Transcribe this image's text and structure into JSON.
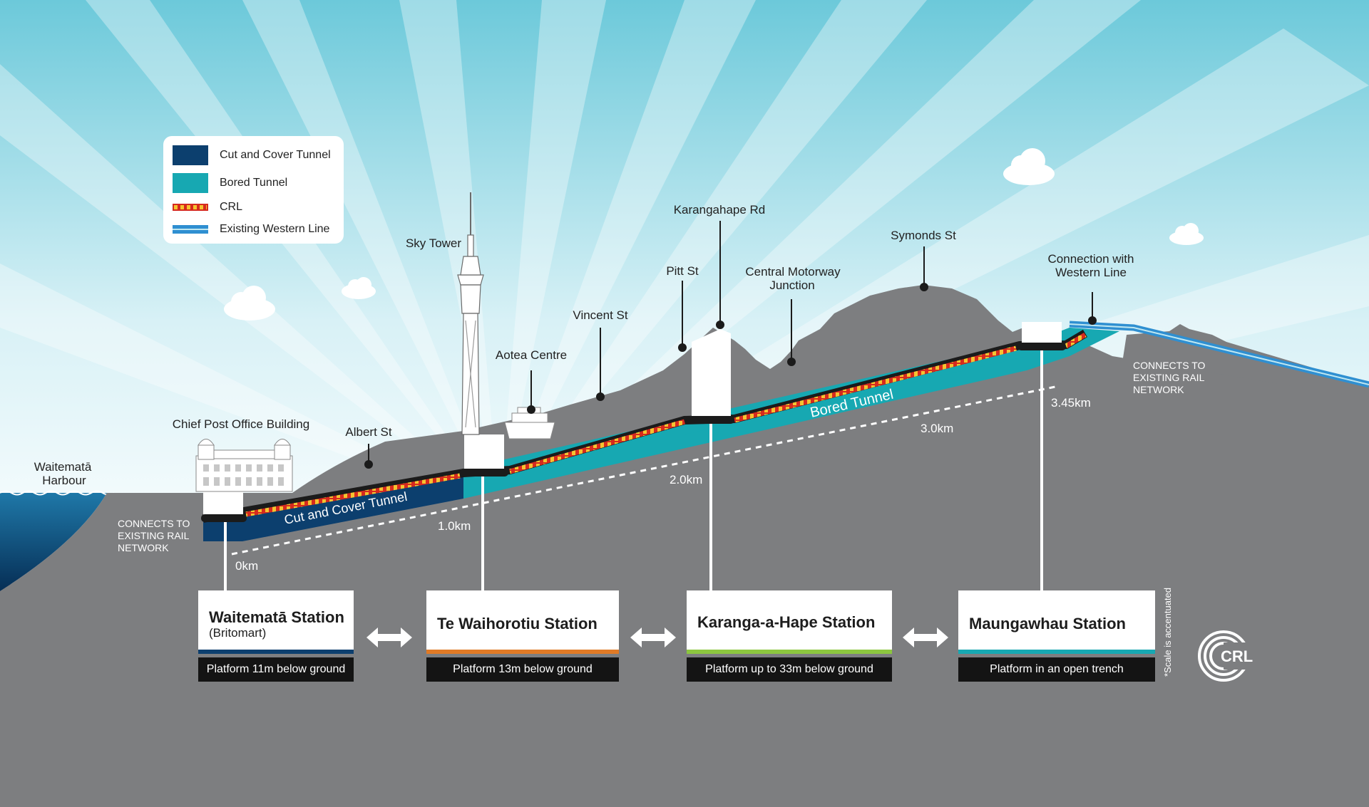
{
  "legend": {
    "cut_cover": "Cut and Cover Tunnel",
    "bored": "Bored Tunnel",
    "crl": "CRL",
    "western": "Existing Western Line"
  },
  "colors": {
    "cut_cover": "#0c3f6e",
    "bored": "#17a8b2",
    "ground": "#7d7e80",
    "sky": "#bfe7f1",
    "water": "#0a4a79"
  },
  "landmarks": {
    "harbour": [
      "Waitematā",
      "Harbour"
    ],
    "chief_post_office": "Chief Post Office Building",
    "albert_st": "Albert St",
    "sky_tower": "Sky Tower",
    "aotea_centre": "Aotea Centre",
    "vincent_st": "Vincent St",
    "pitt_st": "Pitt St",
    "karangahape_rd": "Karangahape Rd",
    "central_motorway": [
      "Central Motorway",
      "Junction"
    ],
    "symonds_st": "Symonds St",
    "connection_western": [
      "Connection with",
      "Western Line"
    ]
  },
  "connects_left": [
    "CONNECTS TO",
    "EXISTING RAIL",
    "NETWORK"
  ],
  "connects_right": [
    "CONNECTS TO",
    "EXISTING RAIL",
    "NETWORK"
  ],
  "tunnel_labels": {
    "cut_cover": "Cut and Cover Tunnel",
    "bored": "Bored Tunnel"
  },
  "distances": [
    "0km",
    "1.0km",
    "2.0km",
    "3.0km",
    "3.45km"
  ],
  "stations": [
    {
      "name": "Waitematā Station",
      "sub": "(Britomart)",
      "platform": "Platform 11m below ground",
      "accent": "#0c3f6e"
    },
    {
      "name": "Te Waihorotiu Station",
      "sub": "",
      "platform": "Platform 13m below ground",
      "accent": "#e07a26"
    },
    {
      "name": "Karanga-a-Hape Station",
      "sub": "",
      "platform": "Platform up to 33m below ground",
      "accent": "#8cc63f"
    },
    {
      "name": "Maungawhau Station",
      "sub": "",
      "platform": "Platform in an open trench",
      "accent": "#17a8b2"
    }
  ],
  "scale_note": "*Scale is accentuated",
  "logo_text": "CRL"
}
